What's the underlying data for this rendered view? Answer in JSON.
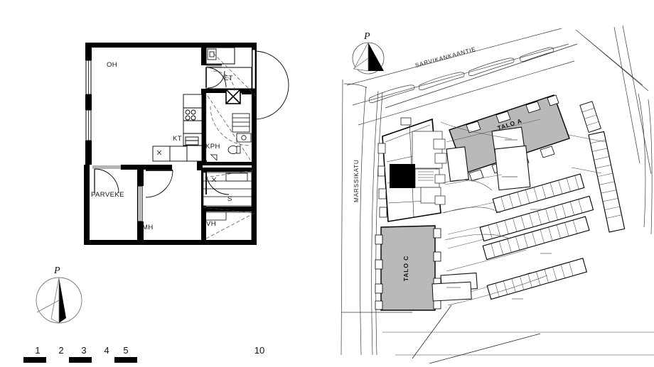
{
  "document": {
    "type": "architectural-floor-plan-and-site-plan",
    "background_color": "#ffffff"
  },
  "floor_plan": {
    "title": "Apartment floor plan",
    "rooms": [
      {
        "code": "OH",
        "label": "OH"
      },
      {
        "code": "ET",
        "label": "ET"
      },
      {
        "code": "KT",
        "label": "KT"
      },
      {
        "code": "KPH",
        "label": "KPH"
      },
      {
        "code": "S",
        "label": "S"
      },
      {
        "code": "VH",
        "label": "VH"
      },
      {
        "code": "MH",
        "label": "MH"
      },
      {
        "code": "PARVEKE",
        "label": "PARVEKE"
      }
    ],
    "wall_color": "#000000",
    "fill_color": "#ffffff"
  },
  "compass": {
    "label": "P",
    "needle_color": "#000000",
    "ring_color": "#555555"
  },
  "scale_bar": {
    "ticks": [
      "1",
      "2",
      "3",
      "4",
      "5",
      "10"
    ],
    "bar_color": "#000000"
  },
  "site_plan": {
    "compass": {
      "label": "P"
    },
    "streets": [
      {
        "name": "SARVIKANKAANTIE"
      },
      {
        "name": "MARSSIKATU"
      }
    ],
    "buildings": [
      {
        "name": "TALO A",
        "highlight": true,
        "fill": "#b9b9b9"
      },
      {
        "name": "TALO C",
        "highlight": true,
        "fill": "#b9b9b9"
      }
    ],
    "highlight_unit_color": "#000000",
    "line_color": "#222222",
    "gray_fill": "#b9b9b9"
  }
}
